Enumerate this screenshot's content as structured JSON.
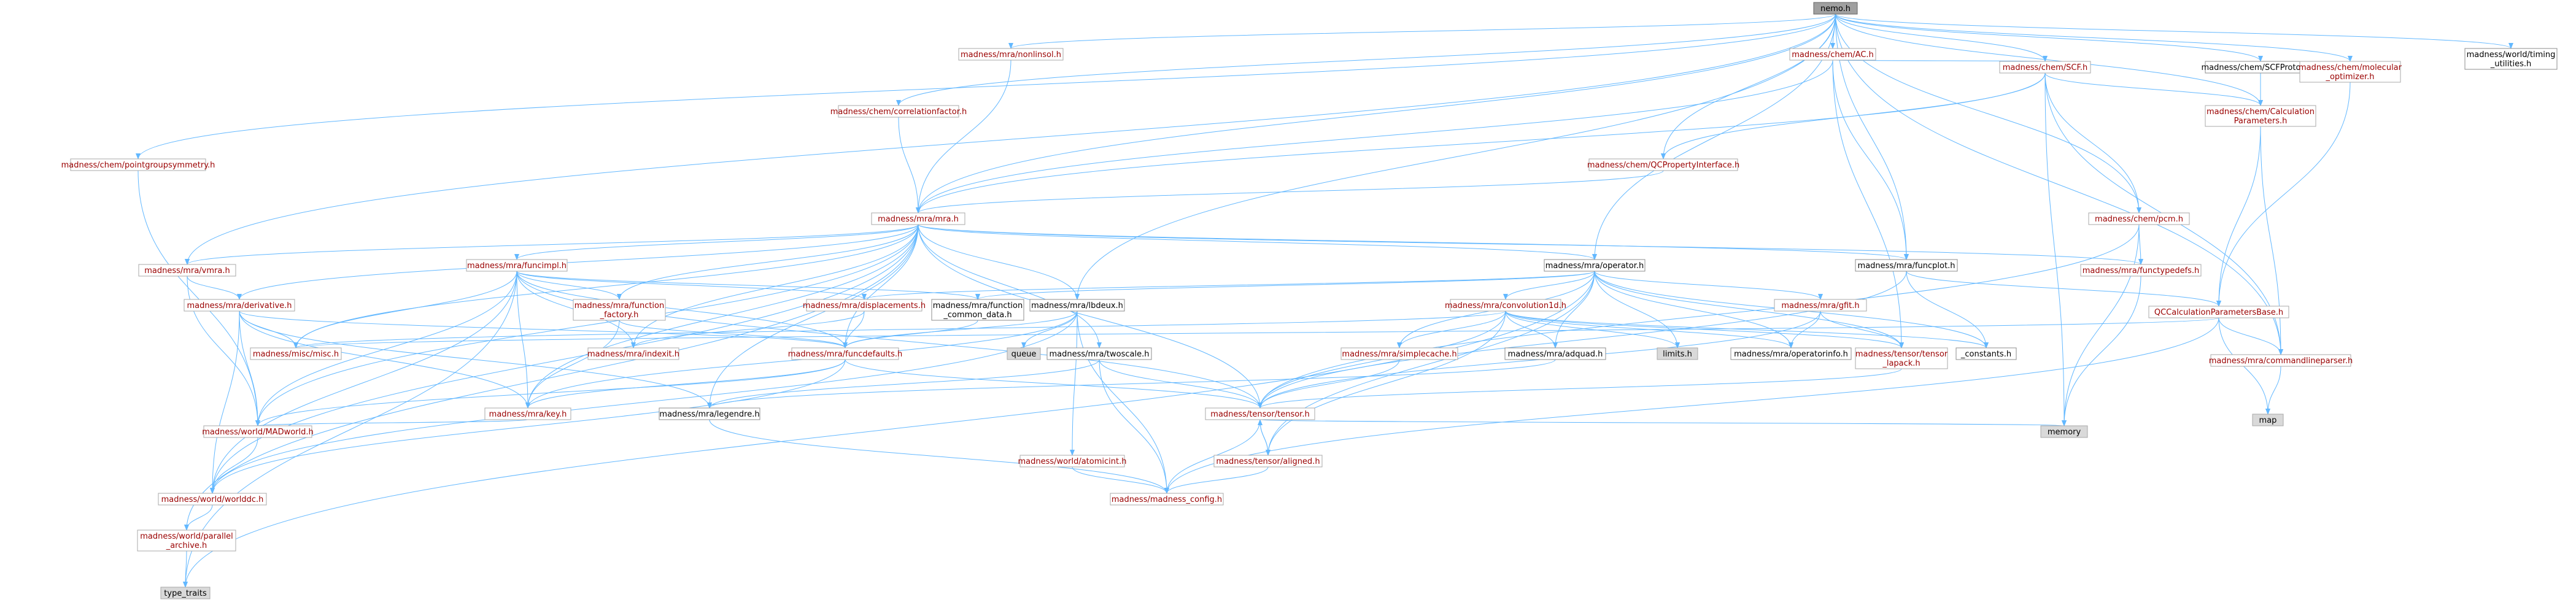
{
  "colors": {
    "edge": "#63b8ff",
    "link_text": "#9a0000",
    "plain_text": "#000000",
    "link_border": "#a8a8a8",
    "link_fill": "#ffffff",
    "plain_border": "#8c8c8c",
    "plain_fill": "#ffffff",
    "missing_border": "#a8a8a8",
    "missing_fill": "#d9d9d9",
    "root_fill": "#a0a0a0",
    "root_border": "#666666"
  },
  "nodes": [
    {
      "id": "nemo",
      "lines": [
        "nemo.h"
      ],
      "kind": "root"
    },
    {
      "id": "pointgroup",
      "lines": [
        "madness/chem/pointgroupsymmetry.h"
      ],
      "kind": "link"
    },
    {
      "id": "corrfactor",
      "lines": [
        "madness/chem/correlationfactor.h"
      ],
      "kind": "link"
    },
    {
      "id": "nonlinsol",
      "lines": [
        "madness/mra/nonlinsol.h"
      ],
      "kind": "link"
    },
    {
      "id": "ac",
      "lines": [
        "madness/chem/AC.h"
      ],
      "kind": "link"
    },
    {
      "id": "scf",
      "lines": [
        "madness/chem/SCF.h"
      ],
      "kind": "link"
    },
    {
      "id": "qcprop",
      "lines": [
        "madness/chem/QCPropertyInterface.h"
      ],
      "kind": "link"
    },
    {
      "id": "scfproto",
      "lines": [
        "madness/chem/SCFProtocol.h"
      ],
      "kind": "plain"
    },
    {
      "id": "molopt",
      "lines": [
        "madness/chem/molecular",
        "_optimizer.h"
      ],
      "kind": "link"
    },
    {
      "id": "timing",
      "lines": [
        "madness/world/timing",
        "_utilities.h"
      ],
      "kind": "plain"
    },
    {
      "id": "calcparams",
      "lines": [
        "madness/chem/Calculation",
        "Parameters.h"
      ],
      "kind": "link"
    },
    {
      "id": "pcm",
      "lines": [
        "madness/chem/pcm.h"
      ],
      "kind": "link"
    },
    {
      "id": "mra",
      "lines": [
        "madness/mra/mra.h"
      ],
      "kind": "link"
    },
    {
      "id": "vmra",
      "lines": [
        "madness/mra/vmra.h"
      ],
      "kind": "link"
    },
    {
      "id": "funcimpl",
      "lines": [
        "madness/mra/funcimpl.h"
      ],
      "kind": "link"
    },
    {
      "id": "functypedefs",
      "lines": [
        "madness/mra/functypedefs.h"
      ],
      "kind": "link"
    },
    {
      "id": "funcplot",
      "lines": [
        "madness/mra/funcplot.h"
      ],
      "kind": "plain"
    },
    {
      "id": "operator",
      "lines": [
        "madness/mra/operator.h"
      ],
      "kind": "plain"
    },
    {
      "id": "qcbase",
      "lines": [
        "QCCalculationParametersBase.h"
      ],
      "kind": "link"
    },
    {
      "id": "derivative",
      "lines": [
        "madness/mra/derivative.h"
      ],
      "kind": "link"
    },
    {
      "id": "funcfactory",
      "lines": [
        "madness/mra/function",
        "_factory.h"
      ],
      "kind": "link"
    },
    {
      "id": "displacements",
      "lines": [
        "madness/mra/displacements.h"
      ],
      "kind": "link"
    },
    {
      "id": "funccommon",
      "lines": [
        "madness/mra/function",
        "_common_data.h"
      ],
      "kind": "plain"
    },
    {
      "id": "lbdeux",
      "lines": [
        "madness/mra/lbdeux.h"
      ],
      "kind": "plain"
    },
    {
      "id": "convolution1d",
      "lines": [
        "madness/mra/convolution1d.h"
      ],
      "kind": "link"
    },
    {
      "id": "gfit",
      "lines": [
        "madness/mra/gfit.h"
      ],
      "kind": "link"
    },
    {
      "id": "cmdparser",
      "lines": [
        "madness/mra/commandlineparser.h"
      ],
      "kind": "link"
    },
    {
      "id": "misc",
      "lines": [
        "madness/misc/misc.h"
      ],
      "kind": "link"
    },
    {
      "id": "indexit",
      "lines": [
        "madness/mra/indexit.h"
      ],
      "kind": "link"
    },
    {
      "id": "funcdefaults",
      "lines": [
        "madness/mra/funcdefaults.h"
      ],
      "kind": "link"
    },
    {
      "id": "queue",
      "lines": [
        "queue"
      ],
      "kind": "missing"
    },
    {
      "id": "twoscale",
      "lines": [
        "madness/mra/twoscale.h"
      ],
      "kind": "plain"
    },
    {
      "id": "simplecache",
      "lines": [
        "madness/mra/simplecache.h"
      ],
      "kind": "link"
    },
    {
      "id": "adquad",
      "lines": [
        "madness/mra/adquad.h"
      ],
      "kind": "plain"
    },
    {
      "id": "limits",
      "lines": [
        "limits.h"
      ],
      "kind": "missing"
    },
    {
      "id": "operatorinfo",
      "lines": [
        "madness/mra/operatorinfo.h"
      ],
      "kind": "plain"
    },
    {
      "id": "tensorlapack",
      "lines": [
        "madness/tensor/tensor",
        "_lapack.h"
      ],
      "kind": "link"
    },
    {
      "id": "constants",
      "lines": [
        "_constants.h"
      ],
      "kind": "plain"
    },
    {
      "id": "map",
      "lines": [
        "map"
      ],
      "kind": "missing"
    },
    {
      "id": "key",
      "lines": [
        "madness/mra/key.h"
      ],
      "kind": "link"
    },
    {
      "id": "legendre",
      "lines": [
        "madness/mra/legendre.h"
      ],
      "kind": "plain"
    },
    {
      "id": "tensor",
      "lines": [
        "madness/tensor/tensor.h"
      ],
      "kind": "link"
    },
    {
      "id": "memory",
      "lines": [
        "memory"
      ],
      "kind": "missing"
    },
    {
      "id": "madworld",
      "lines": [
        "madness/world/MADworld.h"
      ],
      "kind": "link"
    },
    {
      "id": "atomicint",
      "lines": [
        "madness/world/atomicint.h"
      ],
      "kind": "link"
    },
    {
      "id": "aligned",
      "lines": [
        "madness/tensor/aligned.h"
      ],
      "kind": "link"
    },
    {
      "id": "worlddc",
      "lines": [
        "madness/world/worlddc.h"
      ],
      "kind": "link"
    },
    {
      "id": "config",
      "lines": [
        "madness/madness_config.h"
      ],
      "kind": "link"
    },
    {
      "id": "parallel",
      "lines": [
        "madness/world/parallel",
        "_archive.h"
      ],
      "kind": "link"
    },
    {
      "id": "typetraits",
      "lines": [
        "type_traits"
      ],
      "kind": "missing"
    }
  ]
}
